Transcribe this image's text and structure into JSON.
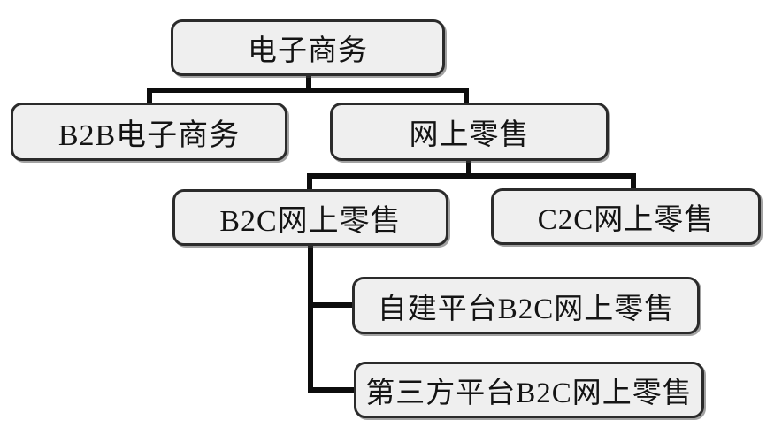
{
  "diagram": {
    "type": "tree",
    "colors": {
      "background": "#ffffff",
      "node_fill": "#efefef",
      "node_border": "#2b2b2b",
      "connector": "#0d0d0d",
      "text": "#141414"
    },
    "nodes": [
      {
        "id": "ecommerce",
        "label": "电子商务",
        "level": 0,
        "parent": null
      },
      {
        "id": "b2b-ecommerce",
        "label": "B2B电子商务",
        "level": 1,
        "parent": "ecommerce"
      },
      {
        "id": "online-retail",
        "label": "网上零售",
        "level": 1,
        "parent": "ecommerce"
      },
      {
        "id": "b2c-online-retail",
        "label": "B2C网上零售",
        "level": 2,
        "parent": "online-retail"
      },
      {
        "id": "c2c-online-retail",
        "label": "C2C网上零售",
        "level": 2,
        "parent": "online-retail"
      },
      {
        "id": "self-built-platform-b2c",
        "label": "自建平台B2C网上零售",
        "level": 3,
        "parent": "b2c-online-retail"
      },
      {
        "id": "third-party-platform-b2c",
        "label": "第三方平台B2C网上零售",
        "level": 3,
        "parent": "b2c-online-retail"
      }
    ],
    "edges": [
      {
        "from": "ecommerce",
        "to": "b2b-ecommerce"
      },
      {
        "from": "ecommerce",
        "to": "online-retail"
      },
      {
        "from": "online-retail",
        "to": "b2c-online-retail"
      },
      {
        "from": "online-retail",
        "to": "c2c-online-retail"
      },
      {
        "from": "b2c-online-retail",
        "to": "self-built-platform-b2c"
      },
      {
        "from": "b2c-online-retail",
        "to": "third-party-platform-b2c"
      }
    ]
  }
}
